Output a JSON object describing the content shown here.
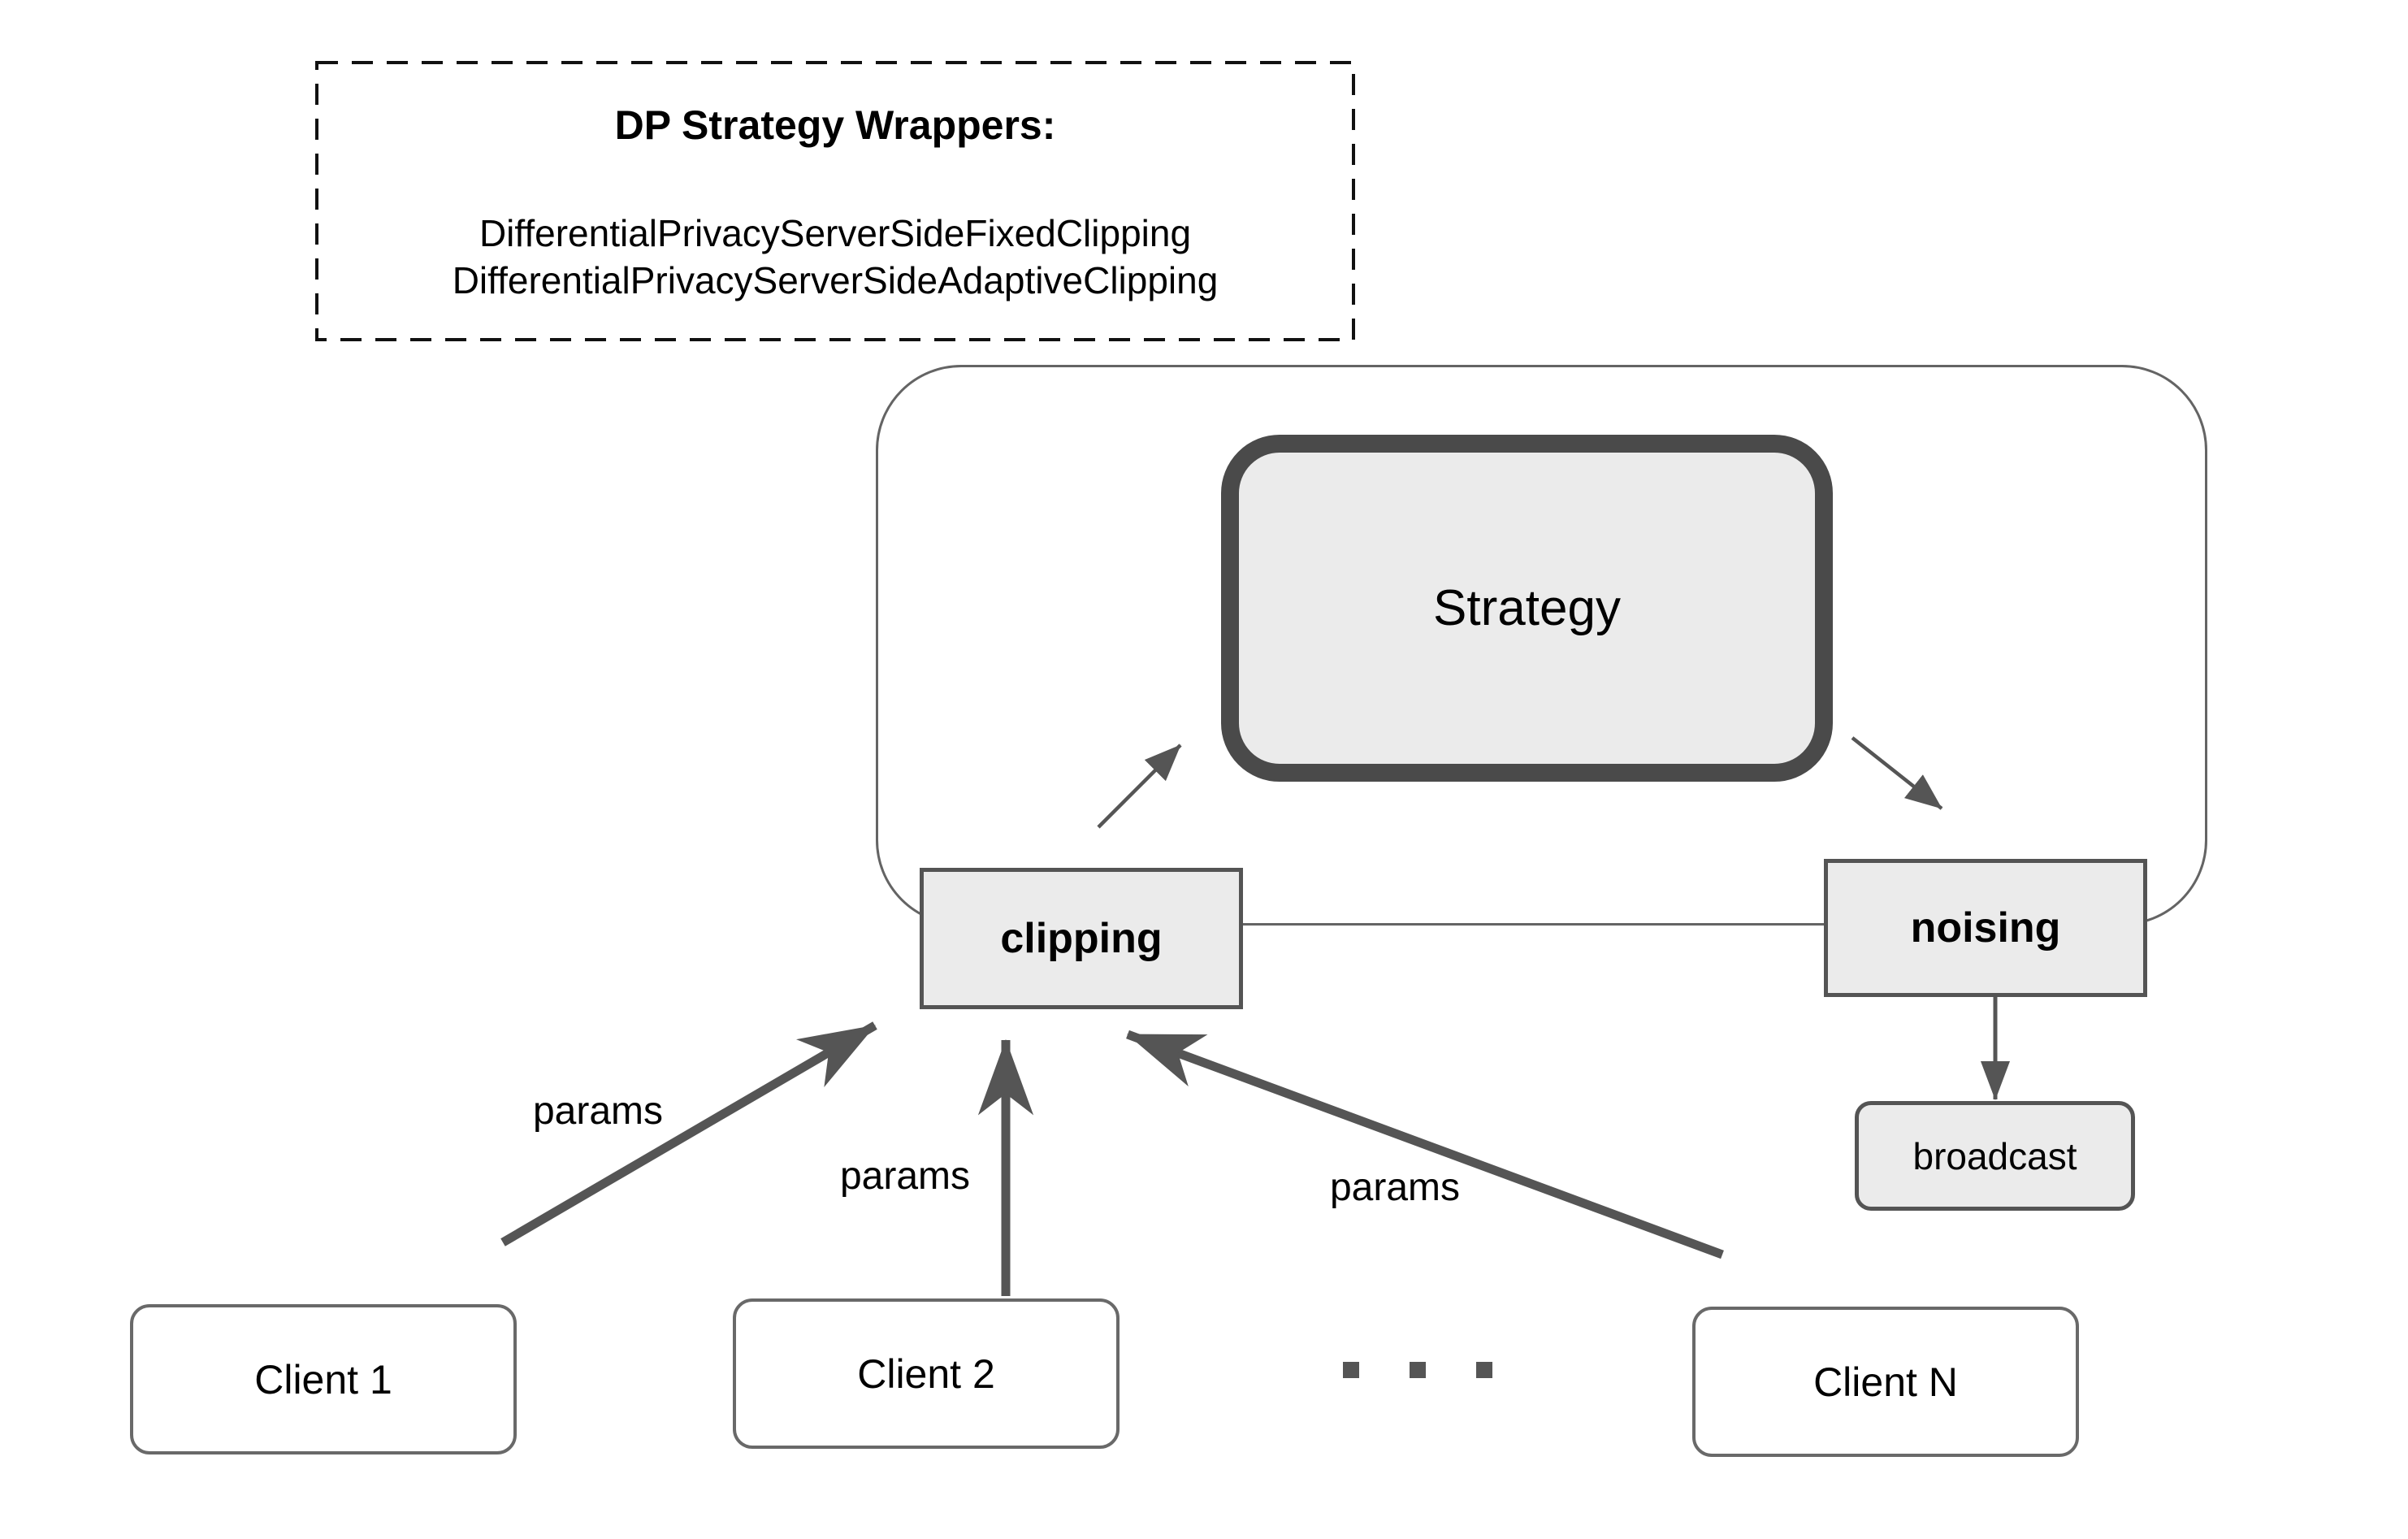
{
  "note": {
    "title": "DP Strategy Wrappers:",
    "classes": [
      "DifferentialPrivacyServerSideFixedClipping",
      "DifferentialPrivacyServerSideAdaptiveClipping"
    ]
  },
  "server": {
    "strategy_label": "Strategy",
    "clipping_label": "clipping",
    "noising_label": "noising",
    "broadcast_label": "broadcast"
  },
  "clients": [
    {
      "label": "Client 1"
    },
    {
      "label": "Client 2"
    },
    {
      "label": "Client N"
    }
  ],
  "ellipsis_dot_count": 3,
  "edges": {
    "params_labels": [
      "params",
      "params",
      "params"
    ]
  },
  "colors": {
    "arrow-color": "#555555",
    "box-fill": "#ebebeb",
    "box-border": "#545454",
    "strategy-border": "#4a4a4a",
    "container-border": "#646464",
    "client-border": "#696969",
    "note-border": "#111111",
    "text-color": "#000000",
    "bg": "#ffffff"
  }
}
